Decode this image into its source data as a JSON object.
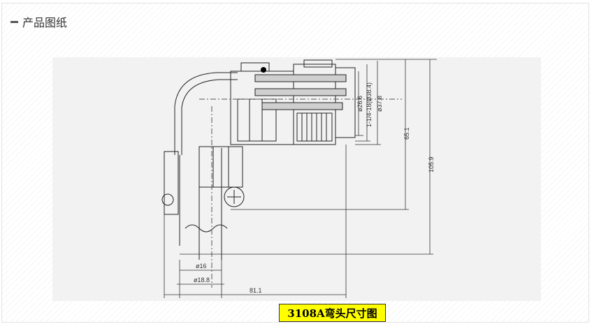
{
  "section": {
    "title": "产品图纸"
  },
  "drawing": {
    "dimensions": {
      "d_inner": "ø26.6",
      "thread": "1-1/4-18(Ø38.4)",
      "d_outer": "ø37.8",
      "h_65": "65.1",
      "h_105": "105.9",
      "d_16": "ø16",
      "d_18": "ø18.8",
      "w_81": "81.1"
    }
  },
  "caption": {
    "text": "3108A弯头尺寸图"
  }
}
